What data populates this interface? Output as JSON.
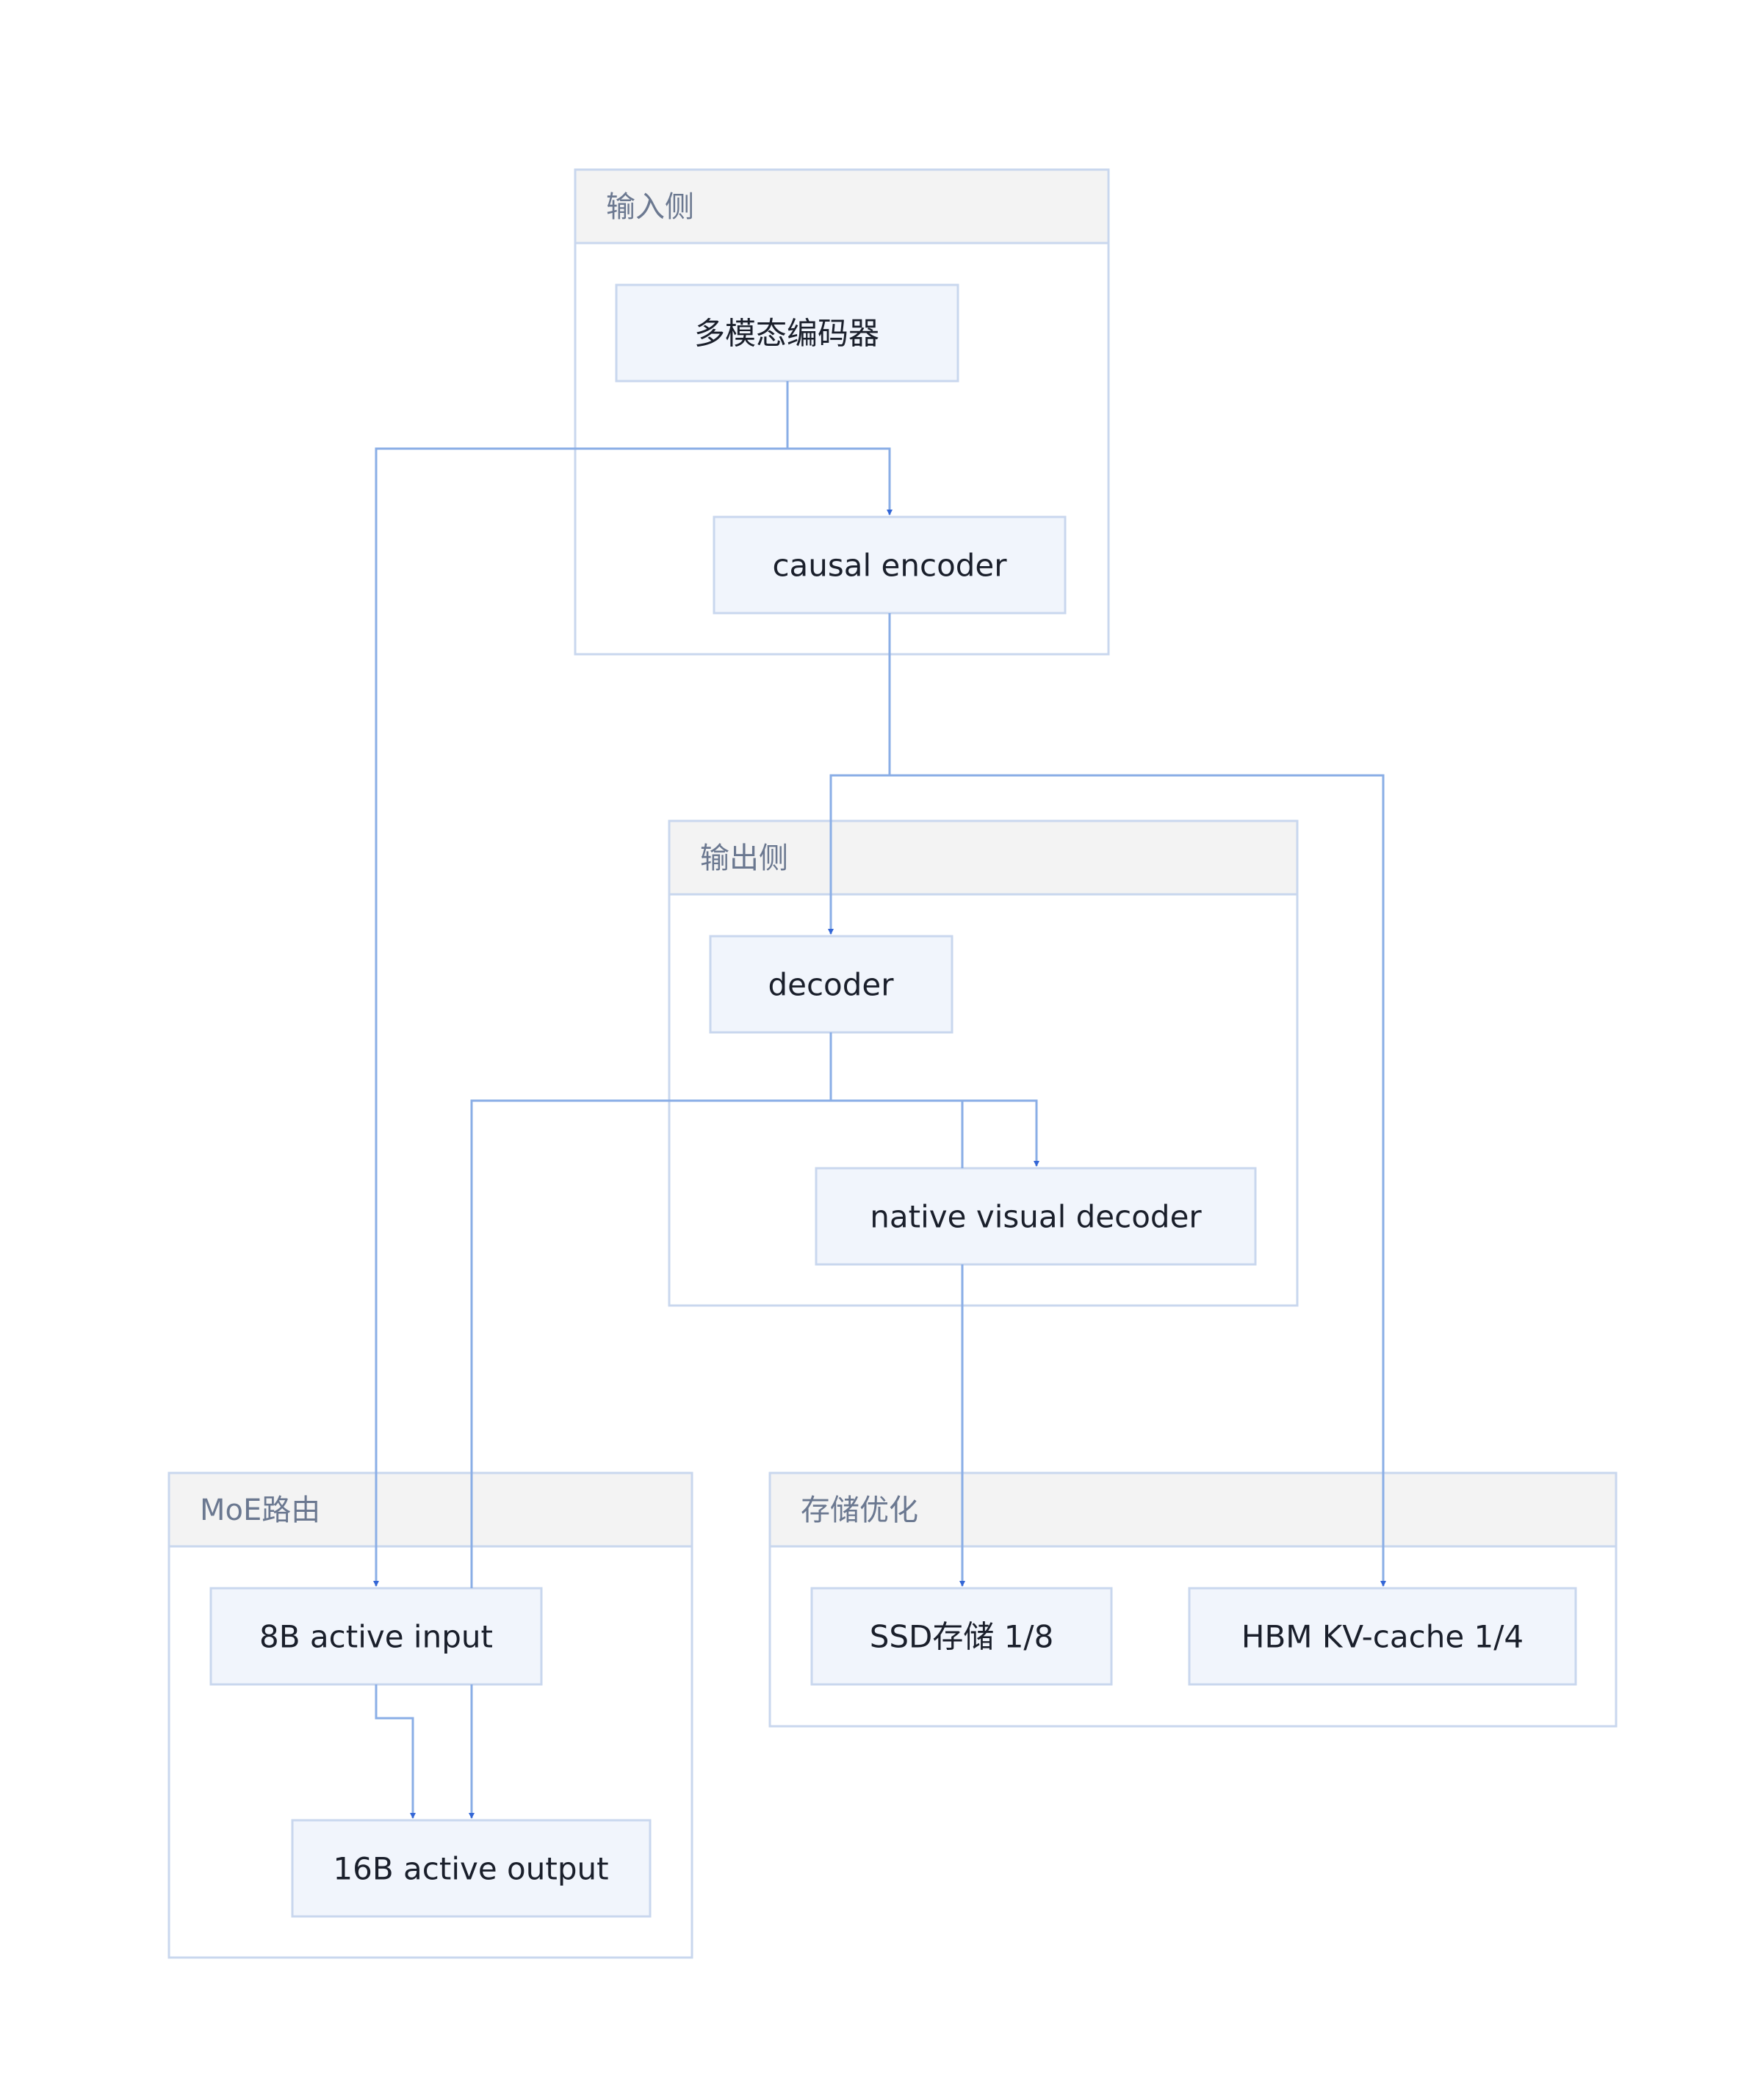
{
  "colors": {
    "edge": "#8aaee6",
    "arrow": "#3366d6",
    "node_fill": "#f1f5fc",
    "node_border": "#c9d7ee",
    "cluster_header": "#f3f3f3",
    "cluster_label": "#6b7890"
  },
  "clusters": {
    "input_side": {
      "label": "输入侧"
    },
    "output_side": {
      "label": "输出侧"
    },
    "moe_routing": {
      "label": "MoE路由"
    },
    "storage_opt": {
      "label": "存储优化"
    }
  },
  "nodes": {
    "multimodal_encoder": {
      "label": "多模态编码器"
    },
    "causal_encoder": {
      "label": "causal encoder"
    },
    "decoder": {
      "label": "decoder"
    },
    "native_visual_decoder": {
      "label": "native visual decoder"
    },
    "active_input_8b": {
      "label": "8B active input"
    },
    "active_output_16b": {
      "label": "16B active output"
    },
    "ssd_storage": {
      "label": "SSD存储 1/8"
    },
    "hbm_kv_cache": {
      "label": "HBM KV-cache 1/4"
    }
  },
  "edges": [
    {
      "from": "multimodal_encoder",
      "to": "causal_encoder"
    },
    {
      "from": "multimodal_encoder",
      "to": "active_input_8b"
    },
    {
      "from": "causal_encoder",
      "to": "decoder"
    },
    {
      "from": "causal_encoder",
      "to": "hbm_kv_cache"
    },
    {
      "from": "decoder",
      "to": "native_visual_decoder"
    },
    {
      "from": "active_input_8b",
      "to": "native_visual_decoder"
    },
    {
      "from": "native_visual_decoder",
      "to": "ssd_storage"
    },
    {
      "from": "active_input_8b",
      "to": "active_output_16b"
    },
    {
      "from": "decoder",
      "to": "active_output_16b"
    }
  ]
}
